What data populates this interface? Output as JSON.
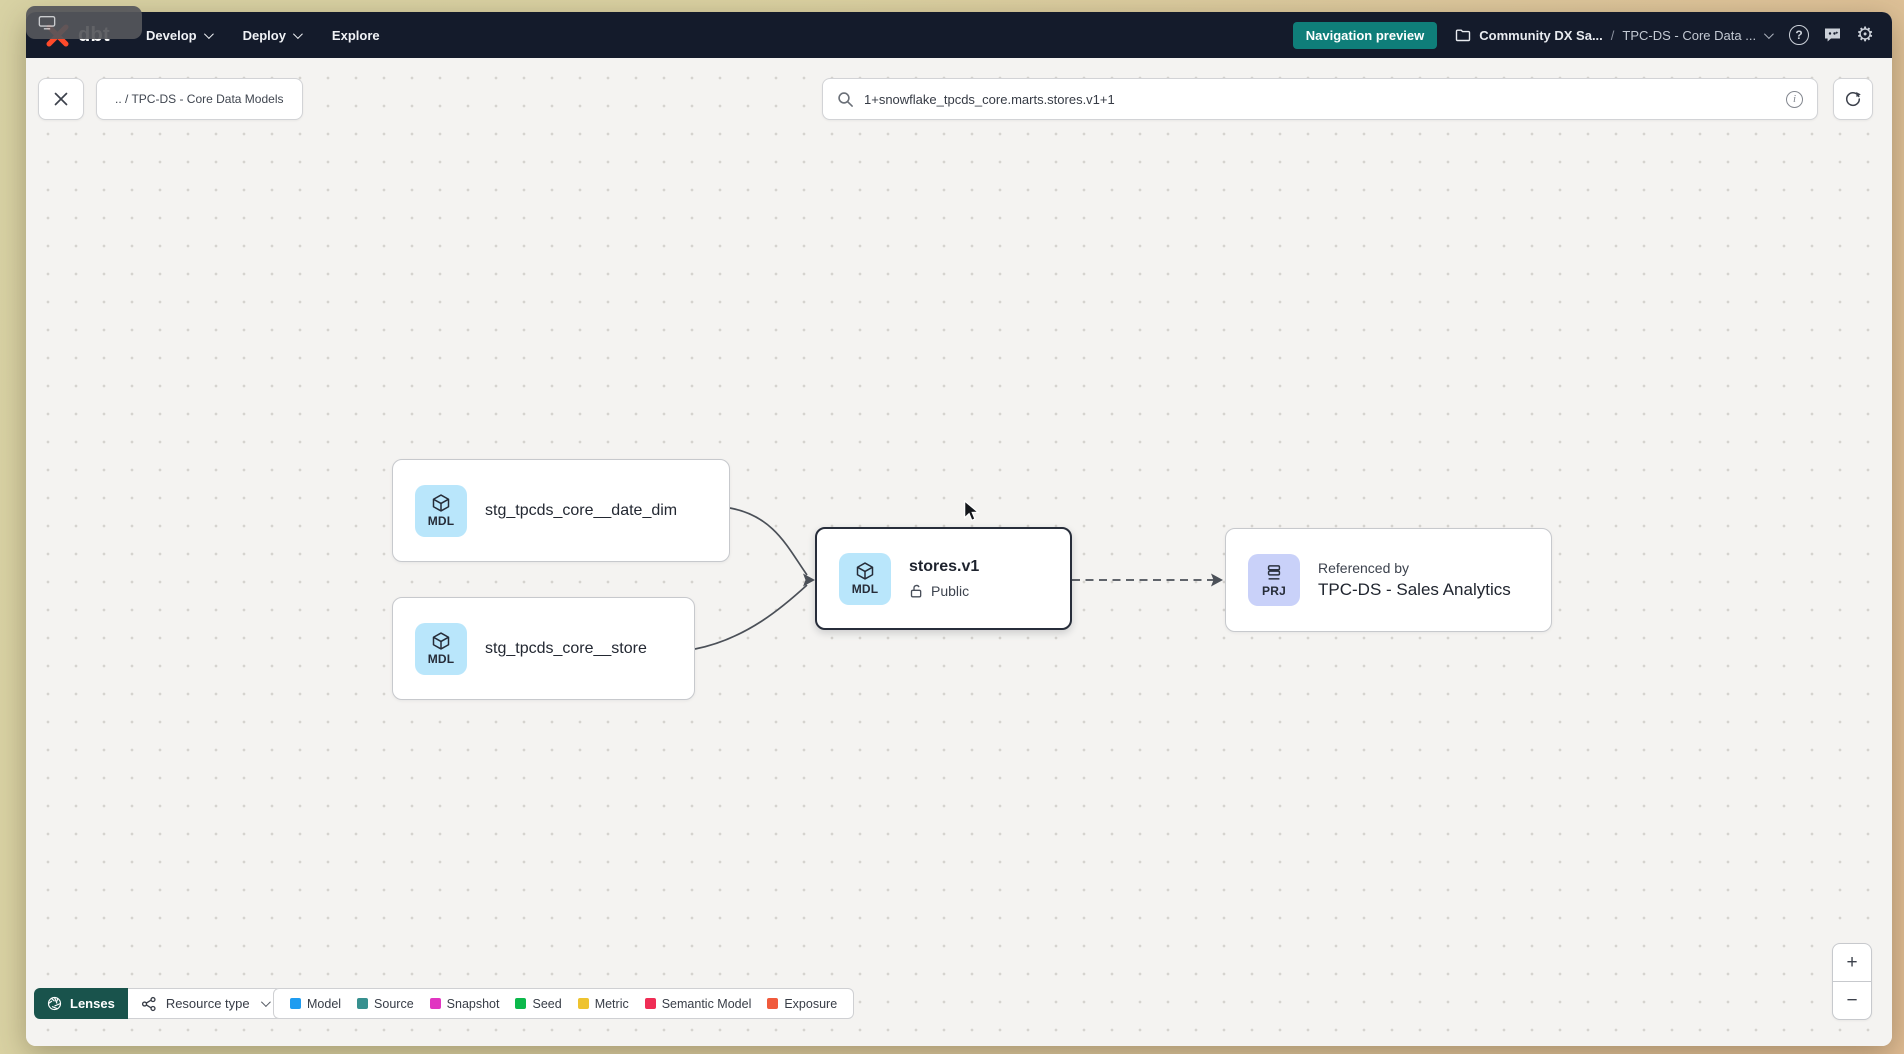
{
  "navbar": {
    "logo_text": "dbt",
    "menu": [
      {
        "label": "Develop"
      },
      {
        "label": "Deploy"
      },
      {
        "label": "Explore"
      }
    ],
    "preview_badge_label": "Navigation preview",
    "account_label": "Community DX Sa...",
    "breadcrumb_separator": "/",
    "project_label": "TPC-DS - Core Data ...",
    "help_glyph": "?",
    "gear_glyph": "⚙",
    "colors": {
      "bar_bg": "#141b2b",
      "badge_bg": "#0f7e79",
      "logo_orange": "#ff4a2a"
    }
  },
  "toolbar": {
    "breadcrumb_chip_label": ".. / TPC-DS - Core Data Models",
    "search_value": "1+snowflake_tpcds_core.marts.stores.v1+1",
    "info_glyph": "i"
  },
  "graph": {
    "nodes": {
      "date_dim": {
        "badge": "MDL",
        "label": "stg_tpcds_core__date_dim"
      },
      "store": {
        "badge": "MDL",
        "label": "stg_tpcds_core__store"
      },
      "stores_v1": {
        "badge": "MDL",
        "label": "stores.v1",
        "access": "Public"
      },
      "referenced": {
        "badge": "PRJ",
        "title": "Referenced by",
        "label": "TPC-DS - Sales Analytics"
      }
    },
    "badge_colors": {
      "model_bg": "#b9e6fb",
      "project_bg": "#c9d1f9"
    }
  },
  "footer": {
    "lenses_label": "Lenses",
    "lenses_bg": "#19534c",
    "resource_type_label": "Resource type",
    "legend": [
      {
        "label": "Model",
        "color": "#1f9cf0"
      },
      {
        "label": "Source",
        "color": "#37908f"
      },
      {
        "label": "Snapshot",
        "color": "#e135c1"
      },
      {
        "label": "Seed",
        "color": "#0cb84b"
      },
      {
        "label": "Metric",
        "color": "#eec32f"
      },
      {
        "label": "Semantic Model",
        "color": "#ef2d55"
      },
      {
        "label": "Exposure",
        "color": "#f05a3c"
      }
    ]
  },
  "zoom_controls": {
    "zoom_in": "+",
    "zoom_out": "−"
  },
  "icons": {
    "logo": "dbt-pinwheel",
    "search": "magnifier",
    "refresh": "circular-arrow",
    "close": "x-cross",
    "folder": "folder-outline",
    "help": "question-circle",
    "feedback": "speech-bubble",
    "settings": "gear",
    "model_badge": "cube-package",
    "project_badge": "stacked-trays",
    "public_access": "open-padlock",
    "lenses": "aperture",
    "resource_type": "graph-fork",
    "screen_share": "monitor"
  }
}
